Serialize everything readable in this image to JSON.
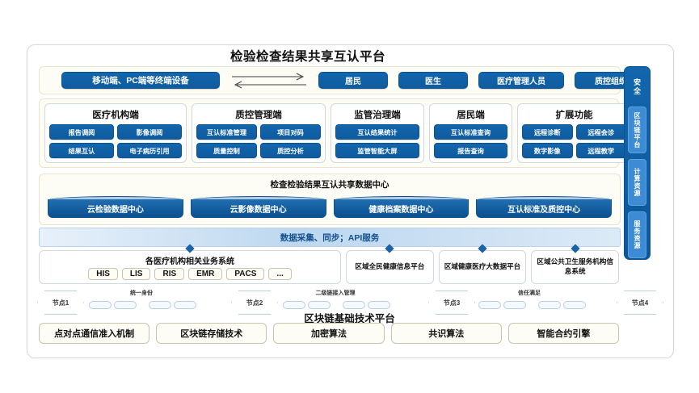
{
  "title": "检验检查结果共享互认平台",
  "users_band": {
    "terminal": "移动端、PC端等终端设备",
    "arrow_right": "→",
    "arrow_left": "←",
    "roles": [
      "居民",
      "医生",
      "医疗管理人员",
      "质控组织"
    ]
  },
  "modules": [
    {
      "header": "医疗机构端",
      "items": [
        "报告调阅",
        "影像调阅",
        "结果互认",
        "电子病历引用"
      ]
    },
    {
      "header": "质控管理端",
      "items": [
        "互认标准管理",
        "项目对码",
        "质量控制",
        "质控分析"
      ]
    },
    {
      "header": "监管治理端",
      "items": [
        "互认结果统计",
        "监管智能大屏"
      ]
    },
    {
      "header": "居民端",
      "items": [
        "互认标准查询",
        "报告查询"
      ]
    },
    {
      "header": "扩展功能",
      "items": [
        "远程诊断",
        "远程会诊",
        "数字影像",
        "远程教学"
      ]
    }
  ],
  "data_center": {
    "title": "检查检验结果互认共享数据中心",
    "cylinders": [
      "云检验数据中心",
      "云影像数据中心",
      "健康档案数据中心",
      "互认标准及质控中心"
    ]
  },
  "api_band": {
    "label": "数据采集、同步；API服务"
  },
  "systems": {
    "main": {
      "header": "各医疗机构相关业务系统",
      "tags": [
        "HIS",
        "LIS",
        "RIS",
        "EMR",
        "PACS",
        "..."
      ]
    },
    "platforms": [
      "区域全民健康信息平台",
      "区域健康医疗大数据平台",
      "区域公共卫生服务机构信息系统"
    ]
  },
  "blockchain": {
    "nodes": [
      "节点1",
      "节点2",
      "节点3",
      "节点4"
    ],
    "chain_labels": [
      "统一身份",
      "二级链接入管理",
      "信任满足"
    ],
    "title": "区块链基础技术平台",
    "techs": [
      "点对点通信准入机制",
      "区块链存储技术",
      "加密算法",
      "共识算法",
      "智能合约引擎"
    ]
  },
  "sidebar": {
    "top_label": "安全",
    "items": [
      "区块链平台",
      "计算资源",
      "服务资源"
    ]
  },
  "colors": {
    "brand_blue": "#0f5b9e",
    "panel_cream": "#fdfcf5",
    "accent": "#1b63a5"
  }
}
